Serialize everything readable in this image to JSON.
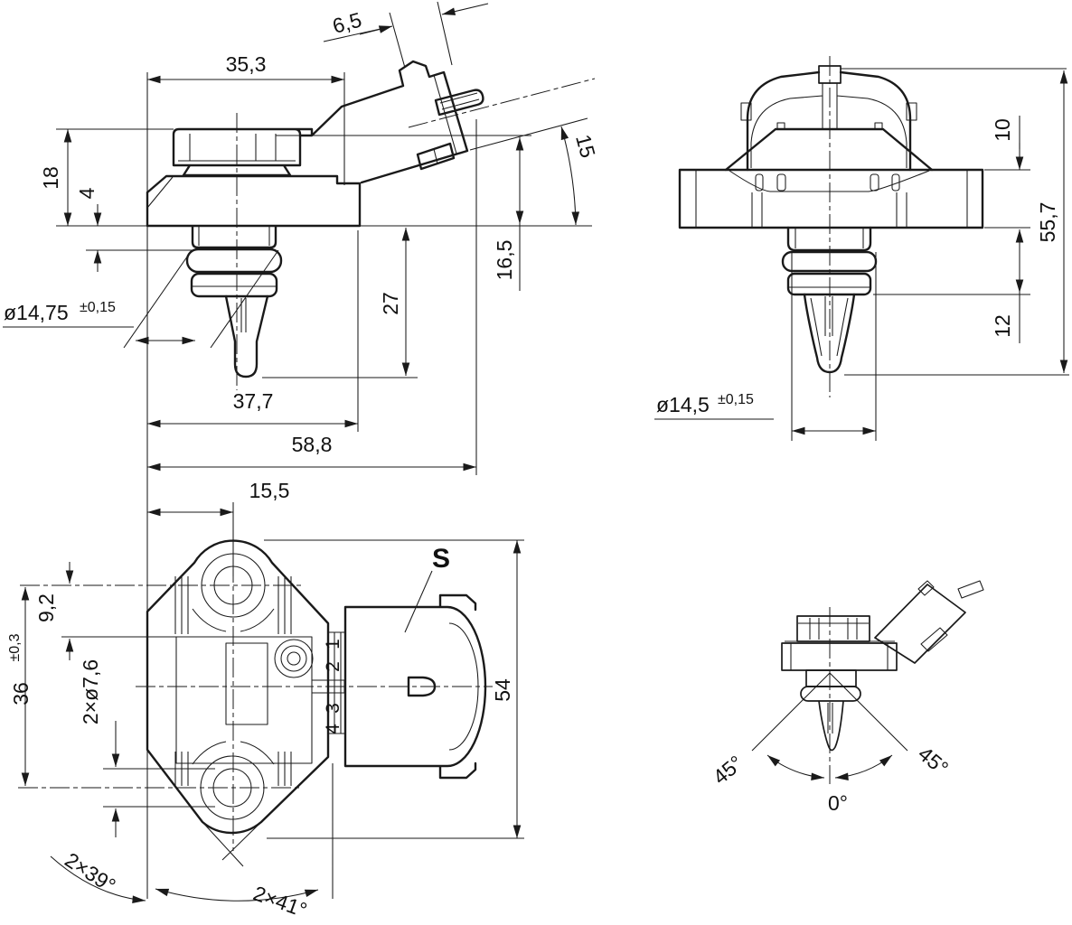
{
  "meta": {
    "background": "#ffffff",
    "line_color": "#1a1a1a",
    "drawing_type": "sensor dimensional drawing, 4 views"
  },
  "views": {
    "side": {
      "dims": {
        "width_top": "35,3",
        "connector_width": "6,5",
        "height_upper": "18",
        "oring_offset": "4",
        "connector_angle": "15",
        "height_mid": "16,5",
        "probe_depth": "27",
        "port_dia": "ø14,75",
        "port_dia_tol": "±0,15",
        "width_mid": "37,7",
        "width_total": "58,8"
      }
    },
    "front": {
      "dims": {
        "flange_thickness": "10",
        "height_total": "55,7",
        "collar_depth": "12",
        "port_dia": "ø14,5",
        "port_dia_tol": "±0,15"
      }
    },
    "top": {
      "connector_label": "S",
      "pins": [
        "1",
        "2",
        "3",
        "4"
      ],
      "dims": {
        "hole_offset": "15,5",
        "body_offset": "9,2",
        "hole_spacing": "36",
        "hole_spacing_tol": "±0,3",
        "hole_dia": "2×ø7,6",
        "chamfer_left": "2×39°",
        "chamfer_right": "2×41°",
        "height": "54"
      }
    },
    "orientation": {
      "angle_left": "45°",
      "angle_right": "45°",
      "angle_center": "0°"
    }
  }
}
